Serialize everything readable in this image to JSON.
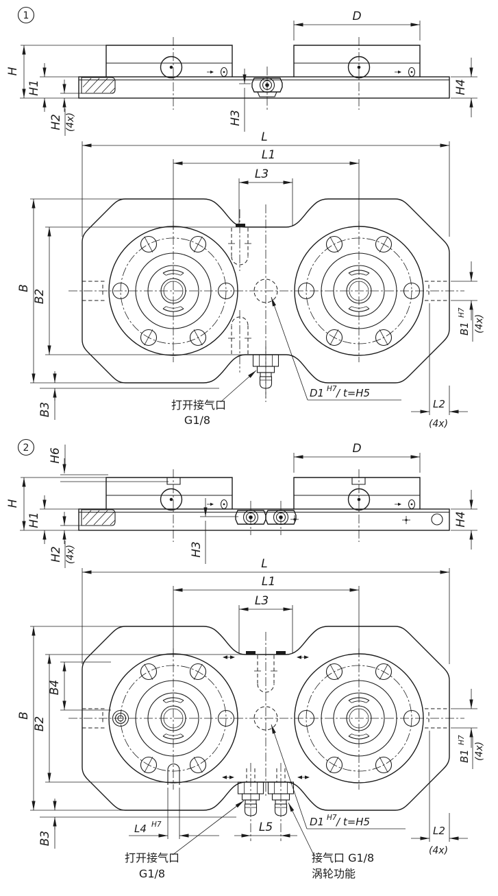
{
  "figure1": {
    "badge": "1",
    "side_view": {
      "H": "H",
      "H1": "H1",
      "H2": "H2",
      "H2_qty": "(4x)",
      "H3": "H3",
      "D": "D",
      "H4": "H4"
    },
    "top_view": {
      "L": "L",
      "L1": "L1",
      "L3": "L3",
      "B": "B",
      "B2": "B2",
      "B3": "B3",
      "B1": "B1",
      "B1_sup": "H7",
      "B1_qty": "(4x)",
      "L2": "L2",
      "L2_qty": "(4x)",
      "D1": "D1",
      "D1_sup": "H7",
      "D1_rest": "/ t=H5",
      "air_open_line1": "打开接气口",
      "air_open_line2": "G1/8"
    }
  },
  "figure2": {
    "badge": "2",
    "side_view": {
      "H6": "H6",
      "H": "H",
      "H1": "H1",
      "H2": "H2",
      "H2_qty": "(4x)",
      "H3": "H3",
      "D": "D",
      "H4": "H4"
    },
    "top_view": {
      "L": "L",
      "L1": "L1",
      "L3": "L3",
      "B": "B",
      "B2": "B2",
      "B4": "B4",
      "B3": "B3",
      "B1": "B1",
      "B1_sup": "H7",
      "B1_qty": "(4x)",
      "L2": "L2",
      "L2_qty": "(4x)",
      "L4": "L4",
      "L4_sup": "H7",
      "L5": "L5",
      "D1": "D1",
      "D1_sup": "H7",
      "D1_rest": "/ t=H5",
      "air_open_line1": "打开接气口",
      "air_open_line2": "G1/8",
      "air_turbo_line1": "接气口 G1/8",
      "air_turbo_line2": "涡轮功能"
    }
  }
}
